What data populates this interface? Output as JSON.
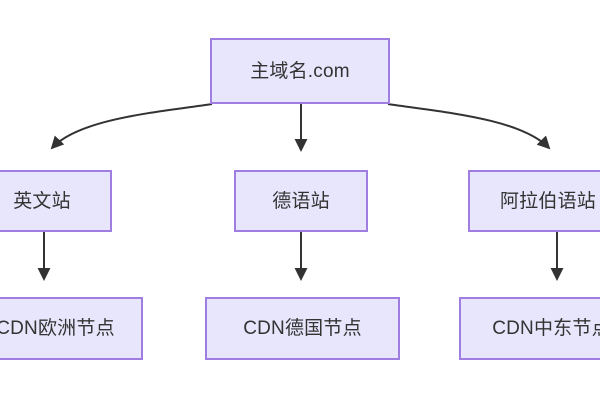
{
  "diagram": {
    "type": "flowchart",
    "direction": "top-down",
    "background_color": "#ffffff",
    "node_fill_color": "#e8e6fc",
    "node_border_color": "#a07de0",
    "node_text_color": "#333333",
    "edge_color": "#333333",
    "nodes": [
      {
        "id": "root",
        "label": "主域名.com",
        "tier": 0,
        "column": "center"
      },
      {
        "id": "en",
        "label": "英文站",
        "tier": 1,
        "column": "left",
        "clipped": "left"
      },
      {
        "id": "de",
        "label": "德语站",
        "tier": 1,
        "column": "center"
      },
      {
        "id": "ar",
        "label": "阿拉伯语站",
        "tier": 1,
        "column": "right",
        "clipped": "right"
      },
      {
        "id": "cdn_eu",
        "label": "CDN欧洲节点",
        "tier": 2,
        "column": "left",
        "clipped": "left"
      },
      {
        "id": "cdn_de",
        "label": "CDN德国节点",
        "tier": 2,
        "column": "center"
      },
      {
        "id": "cdn_me",
        "label": "CDN中东节点",
        "tier": 2,
        "column": "right",
        "clipped": "right"
      }
    ],
    "edges": [
      {
        "from": "root",
        "to": "en",
        "style": "curved",
        "arrowhead": true
      },
      {
        "from": "root",
        "to": "de",
        "style": "straight",
        "arrowhead": true
      },
      {
        "from": "root",
        "to": "ar",
        "style": "curved",
        "arrowhead": true
      },
      {
        "from": "en",
        "to": "cdn_eu",
        "style": "straight",
        "arrowhead": true
      },
      {
        "from": "de",
        "to": "cdn_de",
        "style": "straight",
        "arrowhead": true
      },
      {
        "from": "ar",
        "to": "cdn_me",
        "style": "straight",
        "arrowhead": true
      }
    ]
  }
}
